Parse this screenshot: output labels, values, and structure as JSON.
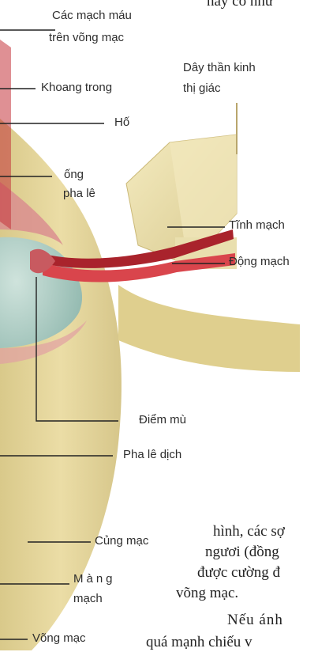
{
  "header_text_fragment": "nay có nhữ",
  "labels": {
    "blood_vessels_line1": "Các mạch máu",
    "blood_vessels_line2": "trên võng mạc",
    "optic_nerve_line1": "Dây thần kinh",
    "optic_nerve_line2": "thị giác",
    "inner_chamber": "Khoang trong",
    "fovea": "Hố",
    "vitreous_canal_line1": "ống",
    "vitreous_canal_line2": "pha lê",
    "vein": "Tĩnh mạch",
    "artery": "Động mạch",
    "blind_spot": "Điểm mù",
    "vitreous_humor": "Pha lê dịch",
    "sclera": "Củng mạc",
    "choroid_line1": "Màng",
    "choroid_line2": "mạch",
    "retina": "Võng mạc"
  },
  "body_text": {
    "line1": "hình, các sợ",
    "line2": "ngươi (đồng",
    "line3": "được cường đ",
    "line4": "võng mạc.",
    "line5": "Nếu ánh",
    "line6": "quá mạnh chiếu v"
  },
  "colors": {
    "sclera_fill": "#e6d79a",
    "nerve_fill": "#efe4b0",
    "vitreous_fill": "#b7d5cd",
    "vessel_red": "#c4343c",
    "choroid_pink": "#d98a8e",
    "leader_line": "#222222"
  }
}
